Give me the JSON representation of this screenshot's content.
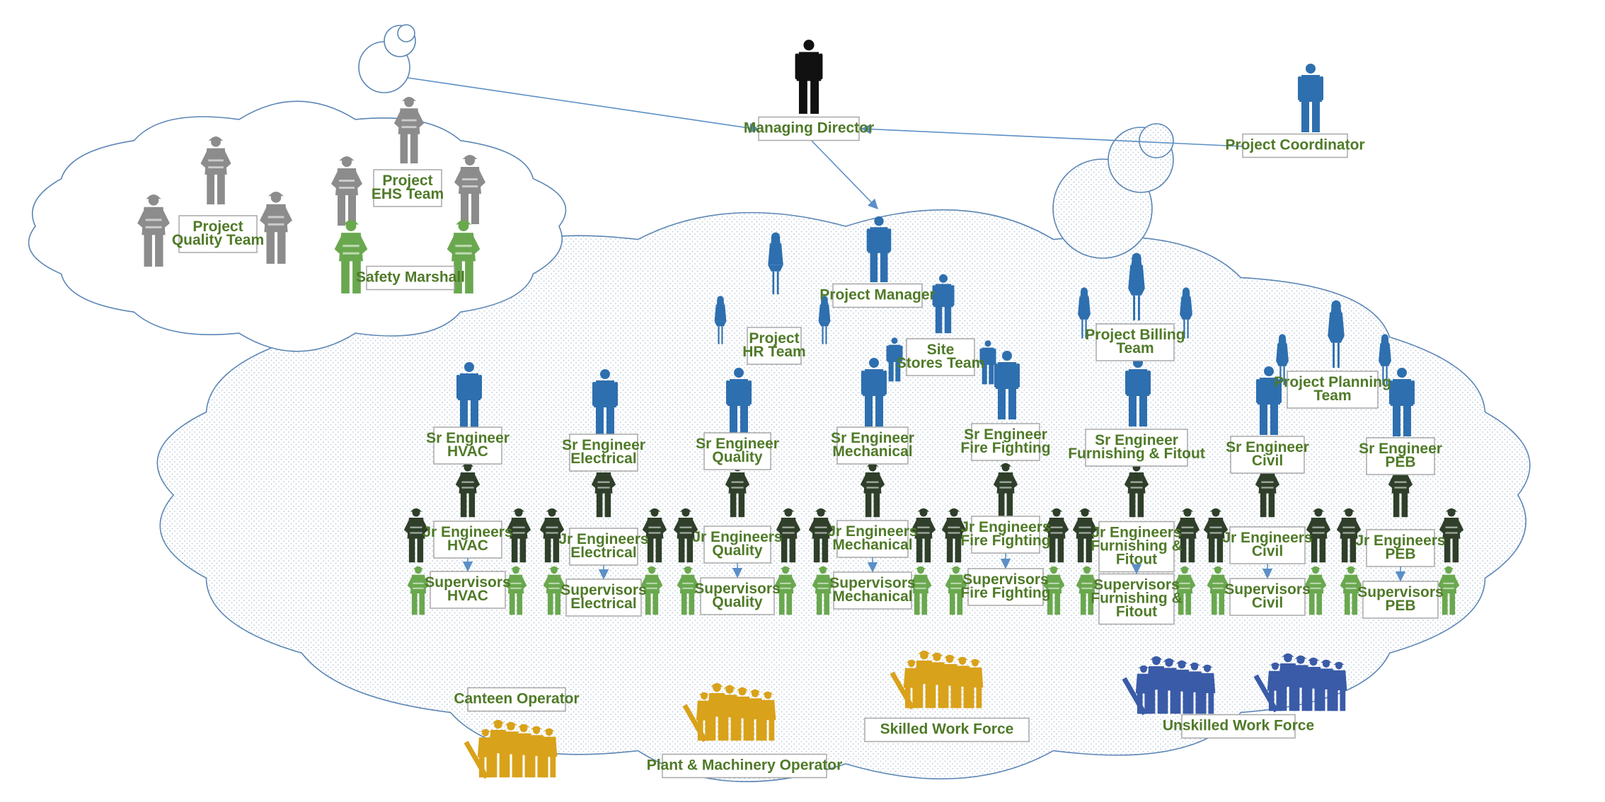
{
  "colors": {
    "label_text": "#4f7a28",
    "cloud_stroke": "#5b86b5",
    "connector": "#5b8fc7",
    "management": "#2e6faf",
    "director": "#111111",
    "senior_worker": "#2f3f2a",
    "junior_worker": "#6aa84f",
    "ehs_staff": "#8c8c8c",
    "semi_skilled": "#d9a21b",
    "unskilled": "#3a5ba8"
  },
  "top": {
    "managing_director": "Managing Director",
    "project_coordinator": "Project Coordinator",
    "project_manager": "Project Manager"
  },
  "ehs_cloud": {
    "quality_team": [
      "Project",
      "Quality Team"
    ],
    "ehs_team": [
      "Project",
      "EHS Team"
    ],
    "safety_marshall": "Safety Marshall"
  },
  "support_teams": {
    "hr": [
      "Project",
      "HR Team"
    ],
    "stores": [
      "Site",
      "Stores Team"
    ],
    "billing": [
      "Project Billing",
      "Team"
    ],
    "planning": [
      "Project Planning",
      "Team"
    ]
  },
  "disciplines": [
    {
      "sr": [
        "Sr Engineer",
        "HVAC"
      ],
      "jr": [
        "Jr Engineers",
        "HVAC"
      ],
      "sup": [
        "Supervisors",
        "HVAC"
      ]
    },
    {
      "sr": [
        "Sr Engineer",
        "Electrical"
      ],
      "jr": [
        "Jr Engineers",
        "Electrical"
      ],
      "sup": [
        "Supervisors",
        "Electrical"
      ]
    },
    {
      "sr": [
        "Sr Engineer",
        "Quality"
      ],
      "jr": [
        "Jr Engineers",
        "Quality"
      ],
      "sup": [
        "Supervisors",
        "Quality"
      ]
    },
    {
      "sr": [
        "Sr Engineer",
        "Mechanical"
      ],
      "jr": [
        "Jr Engineers",
        "Mechanical"
      ],
      "sup": [
        "Supervisors",
        "Mechanical"
      ]
    },
    {
      "sr": [
        "Sr Engineer",
        "Fire Fighting"
      ],
      "jr": [
        "Jr Engineers",
        "Fire Fighting"
      ],
      "sup": [
        "Supervisors",
        "Fire Fighting"
      ]
    },
    {
      "sr": [
        "Sr Engineer",
        "Furnishing & Fitout"
      ],
      "jr": [
        "Jr Engineers",
        "Furnishing &",
        "Fitout"
      ],
      "sup": [
        "Supervisors",
        "Furnishing &",
        "Fitout"
      ]
    },
    {
      "sr": [
        "Sr Engineer",
        "Civil"
      ],
      "jr": [
        "Jr Engineers",
        "Civil"
      ],
      "sup": [
        "Supervisors",
        "Civil"
      ]
    },
    {
      "sr": [
        "Sr Engineer",
        "PEB"
      ],
      "jr": [
        "Jr Engineers",
        "PEB"
      ],
      "sup": [
        "Supervisors",
        "PEB"
      ]
    }
  ],
  "workforce": {
    "canteen": "Canteen Operator",
    "plant": "Plant & Machinery Operator",
    "skilled": "Skilled Work Force",
    "unskilled": "Unskilled Work Force"
  },
  "icons": {
    "person": "person-silhouette-icon",
    "hardhat_worker": "hardhat-worker-icon",
    "worker_group": "worker-group-icon"
  }
}
